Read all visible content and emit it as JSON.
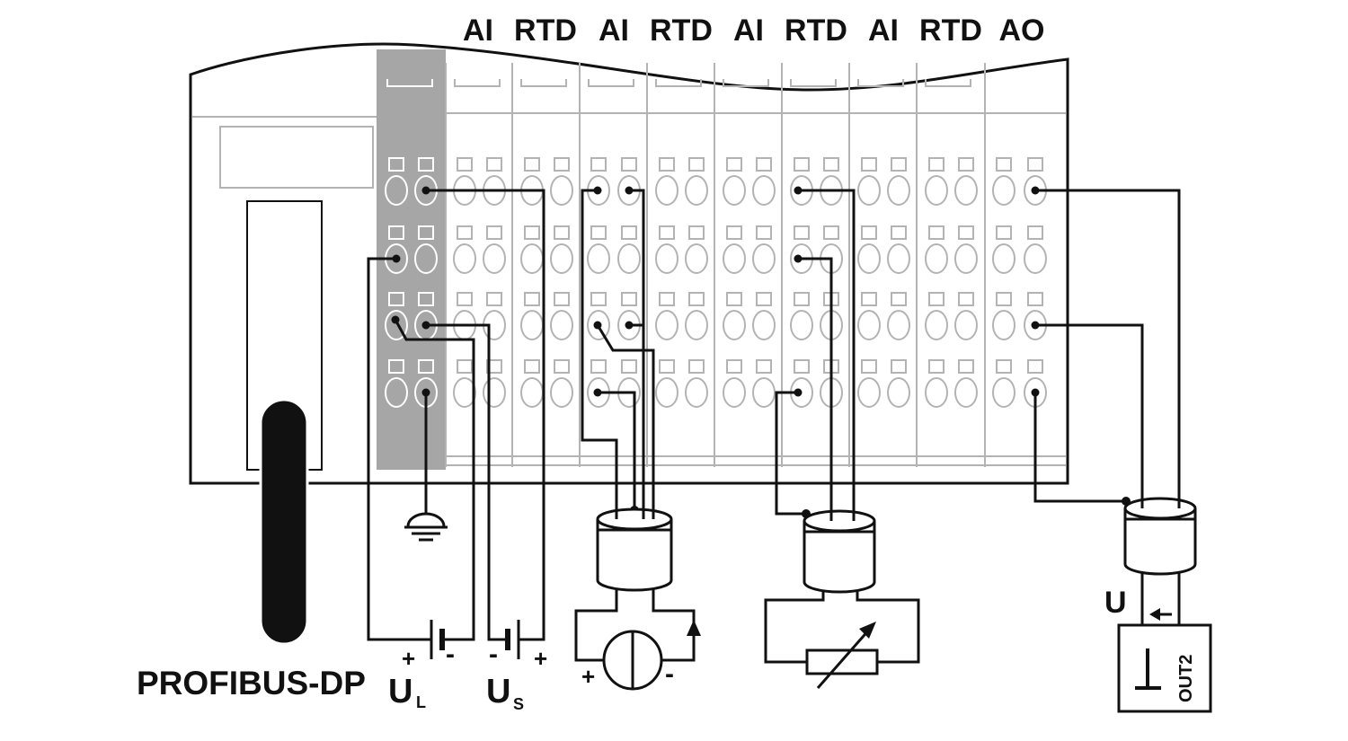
{
  "module_labels": [
    "AI",
    "RTD",
    "AI",
    "RTD",
    "AI",
    "RTD",
    "AI",
    "RTD",
    "AO"
  ],
  "bus_label": "PROFIBUS-DP",
  "supply": {
    "ul_main": "U",
    "ul_sub": "L",
    "ul_plus": "+",
    "ul_minus": "-",
    "us_main": "U",
    "us_sub": "S",
    "us_plus": "+",
    "us_minus": "-"
  },
  "sensor": {
    "plus": "+",
    "minus": "-"
  },
  "output": {
    "u_label": "U",
    "box_label": "OUT2"
  },
  "icons": [
    "ground-icon",
    "current-source-icon",
    "potentiometer-icon",
    "battery-icon",
    "shield-icon"
  ],
  "colors": {
    "line": "#111111",
    "grey_module": "#a6a6a6",
    "outline": "#b3b3b3"
  }
}
